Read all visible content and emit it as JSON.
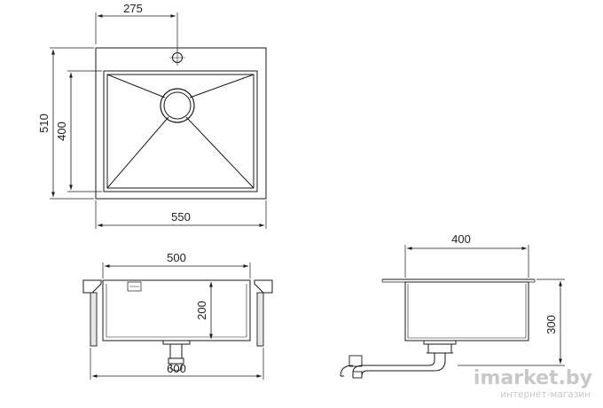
{
  "top_view": {
    "drain_offset": "275",
    "outer_height": "510",
    "inner_height": "400",
    "outer_width": "550"
  },
  "front_view": {
    "bowl_width": "500",
    "bowl_depth": "200",
    "cabinet_width": "600"
  },
  "side_view": {
    "bowl_width": "400",
    "overall_depth": "300"
  },
  "watermark": {
    "brand": "imarket.by",
    "tagline": "интернет-магазин"
  },
  "colors": {
    "line": "#1a1a1a",
    "text": "#222222",
    "watermark": "#c8c8c8"
  }
}
